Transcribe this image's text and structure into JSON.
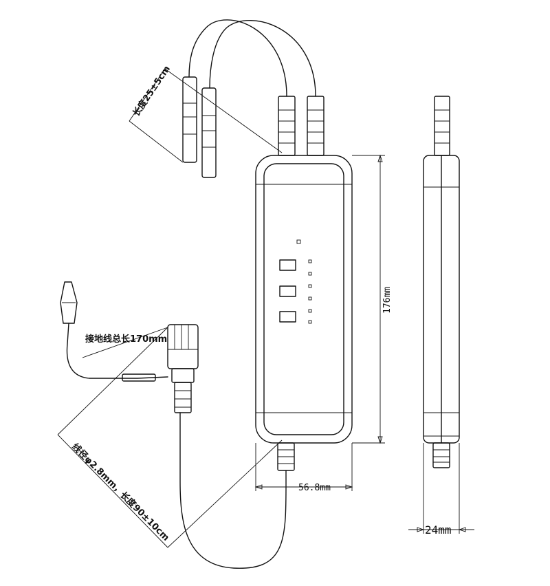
{
  "dimensions": {
    "height": "176mm",
    "width": "56.8mm",
    "thickness": "24mm"
  },
  "annotations": {
    "probe_lead_length": "长度25±5cm",
    "ground_lead_length": "接地线总长170mm",
    "cable_spec": "线径φ2.8mm，长度90±10cm"
  },
  "colors": {
    "line": "#111111",
    "background": "#ffffff"
  }
}
